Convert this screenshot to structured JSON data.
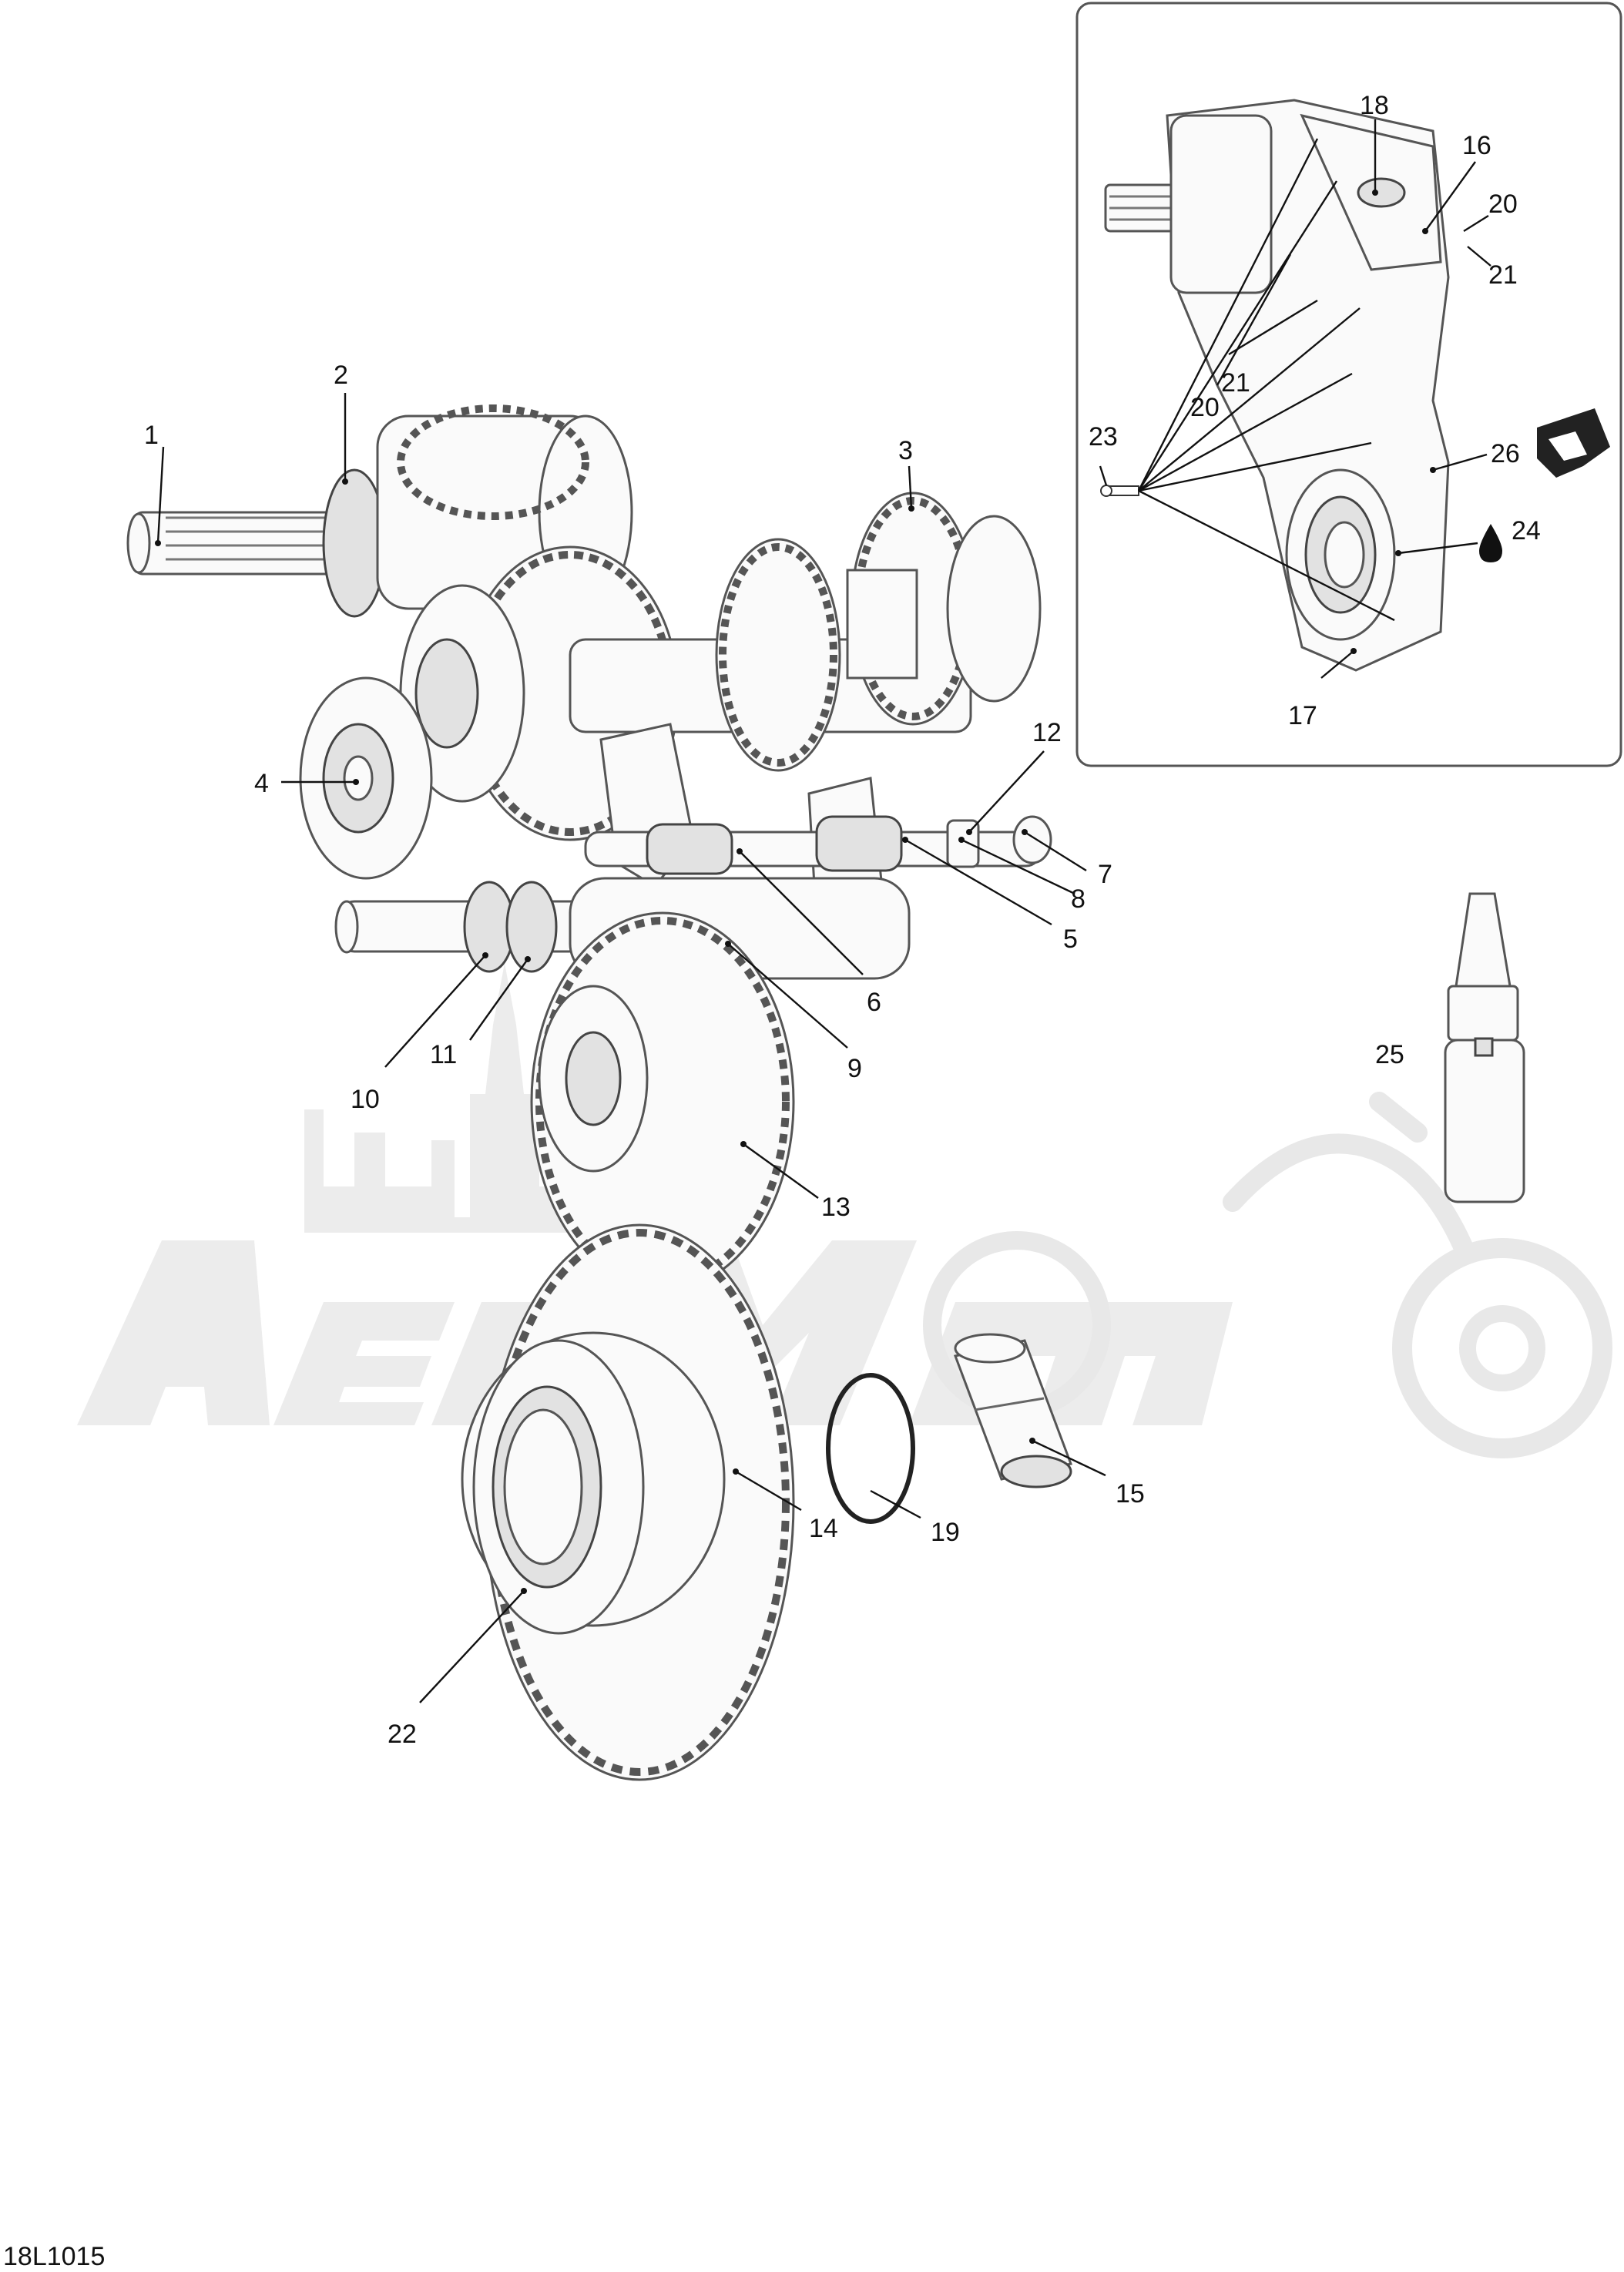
{
  "diagram": {
    "code": "18L1015",
    "callouts": [
      "1",
      "2",
      "3",
      "4",
      "5",
      "6",
      "7",
      "8",
      "9",
      "10",
      "11",
      "12",
      "13",
      "14",
      "15",
      "16",
      "17",
      "18",
      "19",
      "20",
      "21",
      "22",
      "23",
      "24",
      "25",
      "26"
    ],
    "inset_callouts": [
      "18",
      "16",
      "20",
      "21",
      "21",
      "20",
      "23",
      "26",
      "24",
      "17"
    ],
    "watermark_logo": "AerMoto"
  }
}
